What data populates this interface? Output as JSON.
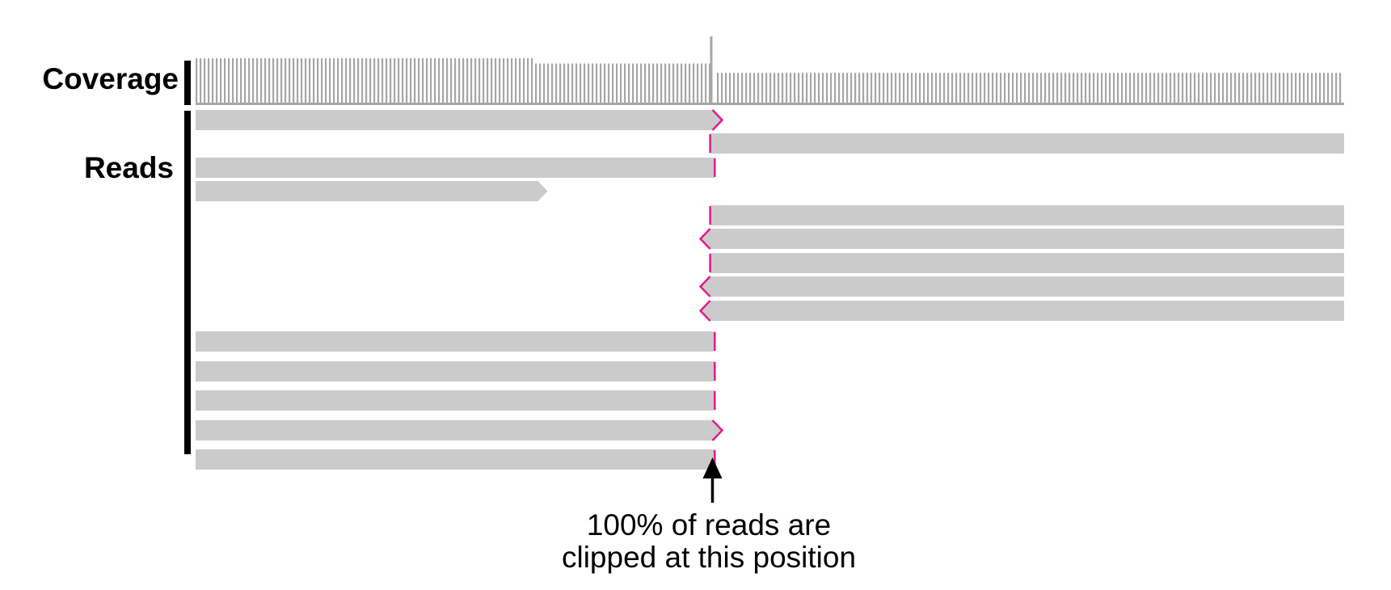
{
  "labels": {
    "coverage": "Coverage",
    "reads": "Reads"
  },
  "annotation": {
    "line1": "100% of reads are",
    "line2": "clipped at this position"
  },
  "colors": {
    "read": "#cbcbcb",
    "coverage": "#a6a6a6",
    "clip": "#e6198c",
    "axis": "#000000"
  },
  "clip_position": 0.45,
  "coverage_profile": [
    {
      "from": 0.0,
      "to": 0.295,
      "level": 0.67
    },
    {
      "from": 0.295,
      "to": 0.447,
      "level": 0.59
    },
    {
      "from": 0.447,
      "to": 0.451,
      "level": 1.0
    },
    {
      "from": 0.451,
      "to": 1.0,
      "level": 0.45
    }
  ],
  "reads": [
    {
      "start": 0.0,
      "end": 0.45,
      "end_shape": "arrow-right",
      "start_shape": "flat",
      "clip": "end"
    },
    {
      "start": 0.448,
      "end": 1.0,
      "end_shape": "flat",
      "start_shape": "flat",
      "clip": "start"
    },
    {
      "start": 0.0,
      "end": 0.452,
      "end_shape": "flat",
      "start_shape": "flat",
      "clip": "end"
    },
    {
      "start": 0.0,
      "end": 0.298,
      "end_shape": "arrow-right",
      "start_shape": "flat",
      "clip": "none"
    },
    {
      "start": 0.448,
      "end": 1.0,
      "end_shape": "flat",
      "start_shape": "flat",
      "clip": "start"
    },
    {
      "start": 0.448,
      "end": 1.0,
      "end_shape": "flat",
      "start_shape": "arrow-left",
      "clip": "start"
    },
    {
      "start": 0.448,
      "end": 1.0,
      "end_shape": "flat",
      "start_shape": "flat",
      "clip": "start"
    },
    {
      "start": 0.448,
      "end": 1.0,
      "end_shape": "flat",
      "start_shape": "arrow-left",
      "clip": "start"
    },
    {
      "start": 0.448,
      "end": 1.0,
      "end_shape": "flat",
      "start_shape": "arrow-left",
      "clip": "start"
    },
    {
      "start": 0.0,
      "end": 0.452,
      "end_shape": "flat",
      "start_shape": "flat",
      "clip": "end"
    },
    {
      "start": 0.0,
      "end": 0.452,
      "end_shape": "flat",
      "start_shape": "flat",
      "clip": "end"
    },
    {
      "start": 0.0,
      "end": 0.452,
      "end_shape": "flat",
      "start_shape": "flat",
      "clip": "end"
    },
    {
      "start": 0.0,
      "end": 0.45,
      "end_shape": "arrow-right",
      "start_shape": "flat",
      "clip": "end"
    },
    {
      "start": 0.0,
      "end": 0.452,
      "end_shape": "flat",
      "start_shape": "flat",
      "clip": "end"
    }
  ]
}
